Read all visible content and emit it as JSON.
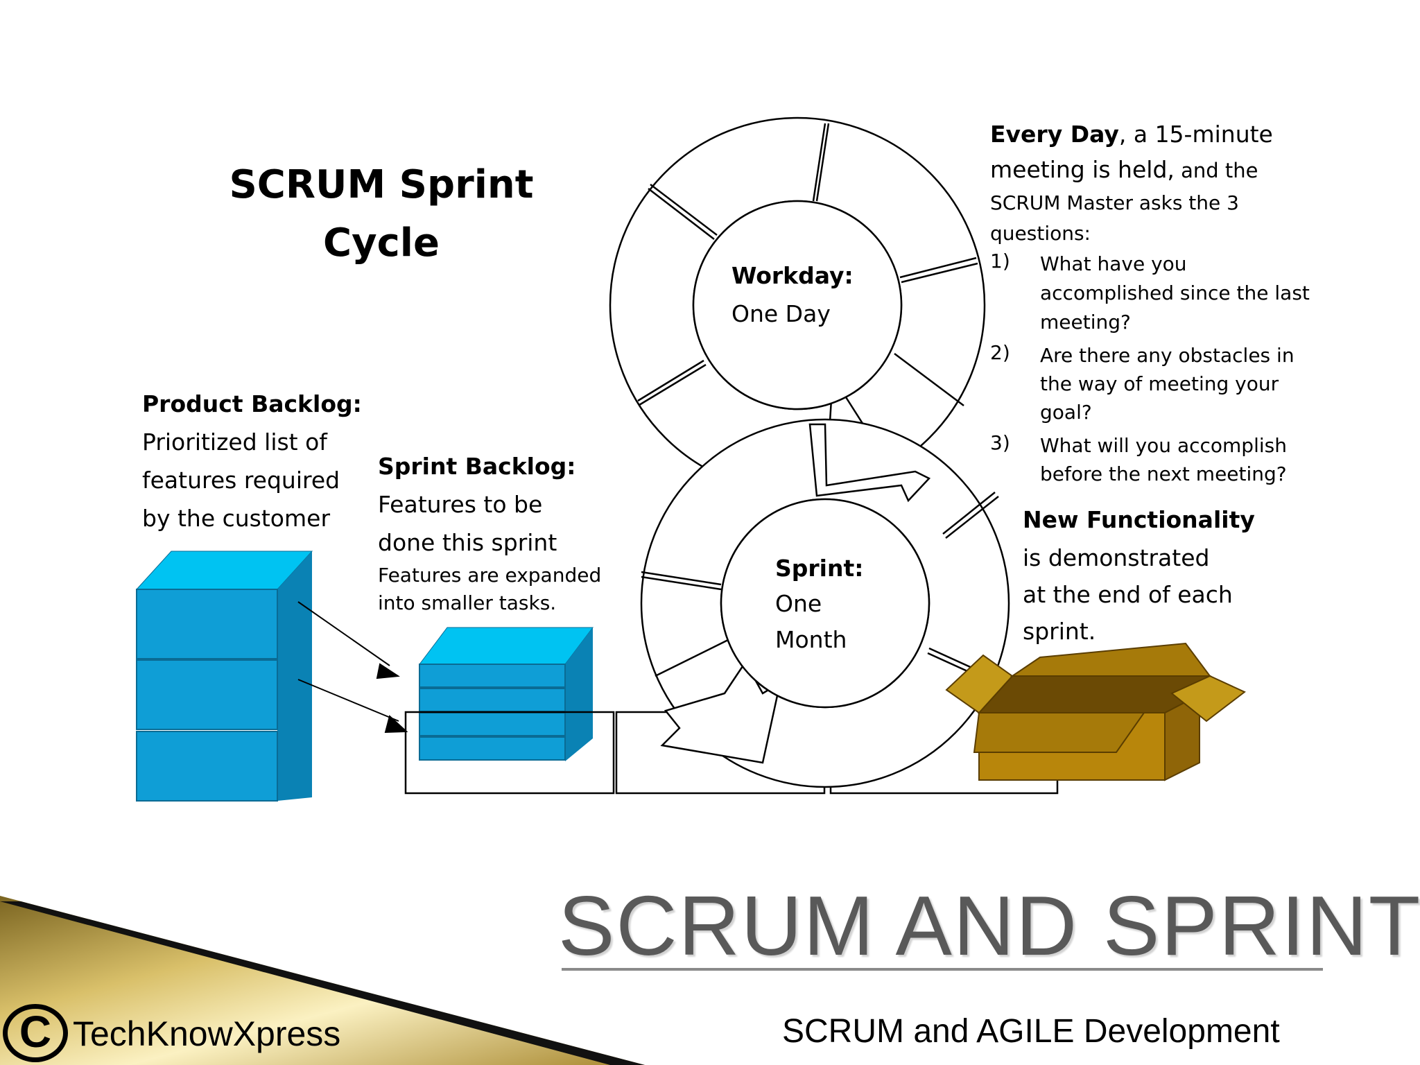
{
  "slide": {
    "headline": "SCRUM AND SPRINT",
    "footer_left": "TechKnowXpress",
    "footer_right": "SCRUM and AGILE Development",
    "copyright_symbol": "C"
  },
  "diagram": {
    "title_line1": "SCRUM Sprint",
    "title_line2": "Cycle",
    "product_backlog": {
      "heading": "Product Backlog:",
      "line1": "Prioritized list of",
      "line2": "features required",
      "line3": "by the customer"
    },
    "sprint_backlog": {
      "heading": "Sprint Backlog:",
      "line1": "Features to be",
      "line2": "done this sprint",
      "note1": "Features are expanded",
      "note2": "into smaller tasks."
    },
    "workday": {
      "heading": "Workday:",
      "text": "One Day"
    },
    "sprint": {
      "heading": "Sprint:",
      "line1": "One",
      "line2": "Month"
    },
    "every_day": {
      "heading": "Every Day",
      "rest1": ", a 15-minute",
      "line2a": "meeting is held,",
      "line2b": " and the",
      "line3": "SCRUM Master asks the 3",
      "line4": "questions:",
      "questions": [
        {
          "num": "1)",
          "line1": "What have you",
          "line2": "accomplished since the last",
          "line3": "meeting?"
        },
        {
          "num": "2)",
          "line1": "Are there any obstacles in",
          "line2": "the way of meeting your",
          "line3": "goal?"
        },
        {
          "num": "3)",
          "line1": "What will you accomplish",
          "line2": "before the next meeting?"
        }
      ]
    },
    "new_functionality": {
      "heading": "New Functionality",
      "line1": "is demonstrated",
      "line2": "at the end of each",
      "line3": "sprint."
    }
  },
  "colors": {
    "block_front": "#0f9ed6",
    "block_top": "#00c3f2",
    "block_side": "#0a82b4",
    "box_brown": "#b8860b",
    "gold": "#c9a227"
  }
}
